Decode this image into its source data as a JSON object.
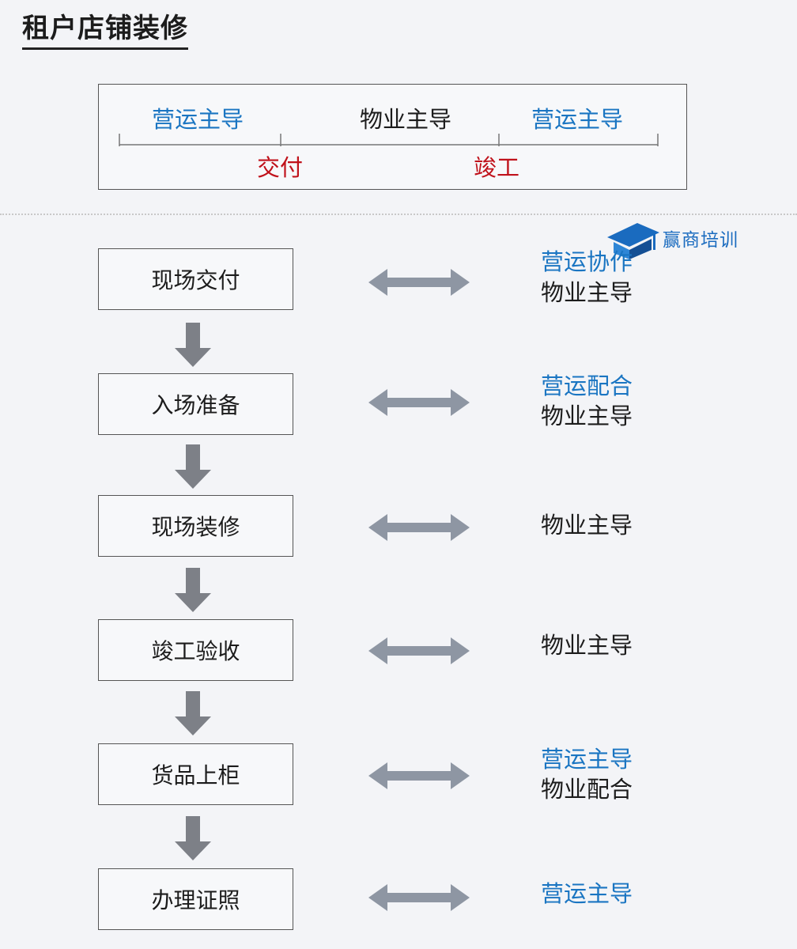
{
  "title": "租户店铺装修",
  "timeline": {
    "segments": [
      "营运主导",
      "物业主导",
      "营运主导"
    ],
    "milestones": [
      "交付",
      "竣工"
    ]
  },
  "watermark": {
    "text": "赢商培训",
    "icon": "winshang-logo-icon"
  },
  "steps": [
    {
      "label": "现场交付",
      "roles": [
        "营运协作",
        "物业主导"
      ]
    },
    {
      "label": "入场准备",
      "roles": [
        "营运配合",
        "物业主导"
      ]
    },
    {
      "label": "现场装修",
      "roles": [
        "物业主导"
      ]
    },
    {
      "label": "竣工验收",
      "roles": [
        "物业主导"
      ]
    },
    {
      "label": "货品上柜",
      "roles": [
        "营运主导",
        "物业配合"
      ]
    },
    {
      "label": "办理证照",
      "roles": [
        "营运主导"
      ]
    }
  ],
  "colors": {
    "operations": "#1a75c2",
    "property": "#1c1c1c",
    "milestone": "#c0121b",
    "arrow": "#8e96a3"
  }
}
